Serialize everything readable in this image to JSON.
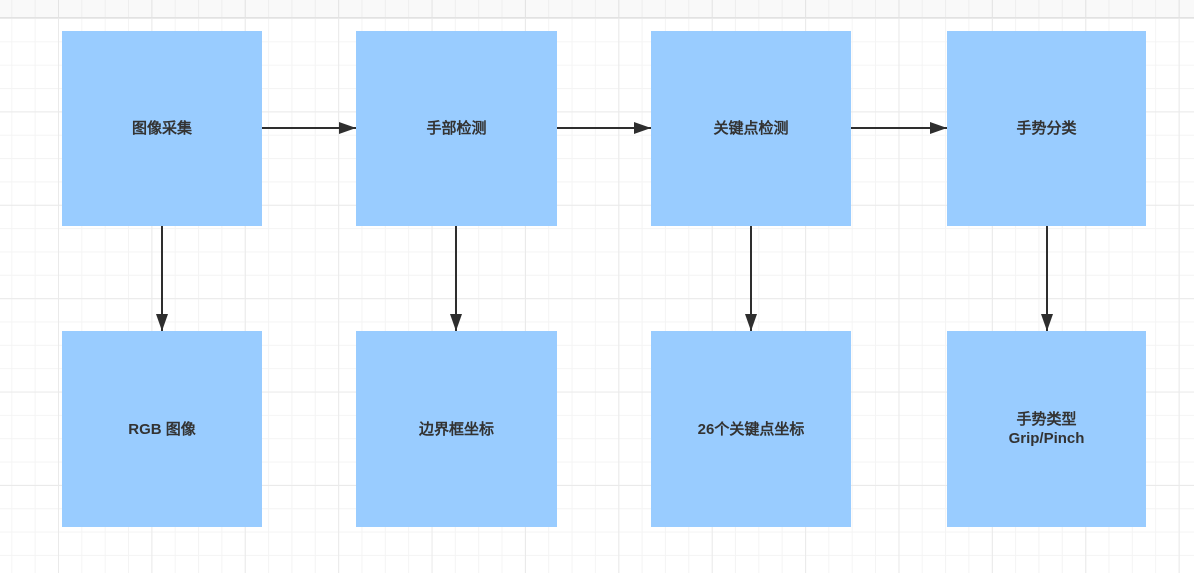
{
  "diagram": {
    "colors": {
      "node_fill": "#99CCFF",
      "node_text": "#333333",
      "arrow": "#2E2E2E",
      "grid_minor": "#F4F4F4",
      "grid_major": "#EAEAEA",
      "page_background": "#FFFFFF",
      "offpage_tint": "#F7F7F7"
    },
    "nodes": [
      {
        "id": "image-capture",
        "label": "图像采集"
      },
      {
        "id": "hand-detection",
        "label": "手部检测"
      },
      {
        "id": "keypoint-detection",
        "label": "关键点检测"
      },
      {
        "id": "gesture-classification",
        "label": "手势分类"
      },
      {
        "id": "rgb-image",
        "label": "RGB 图像"
      },
      {
        "id": "bounding-box-coordinates",
        "label": "边界框坐标"
      },
      {
        "id": "keypoint-coordinates",
        "label": "26个关键点坐标"
      },
      {
        "id": "gesture-type",
        "label": "手势类型\nGrip/Pinch"
      }
    ],
    "edges": [
      {
        "from": "image-capture",
        "to": "hand-detection"
      },
      {
        "from": "hand-detection",
        "to": "keypoint-detection"
      },
      {
        "from": "keypoint-detection",
        "to": "gesture-classification"
      },
      {
        "from": "image-capture",
        "to": "rgb-image"
      },
      {
        "from": "hand-detection",
        "to": "bounding-box-coordinates"
      },
      {
        "from": "keypoint-detection",
        "to": "keypoint-coordinates"
      },
      {
        "from": "gesture-classification",
        "to": "gesture-type"
      }
    ]
  }
}
